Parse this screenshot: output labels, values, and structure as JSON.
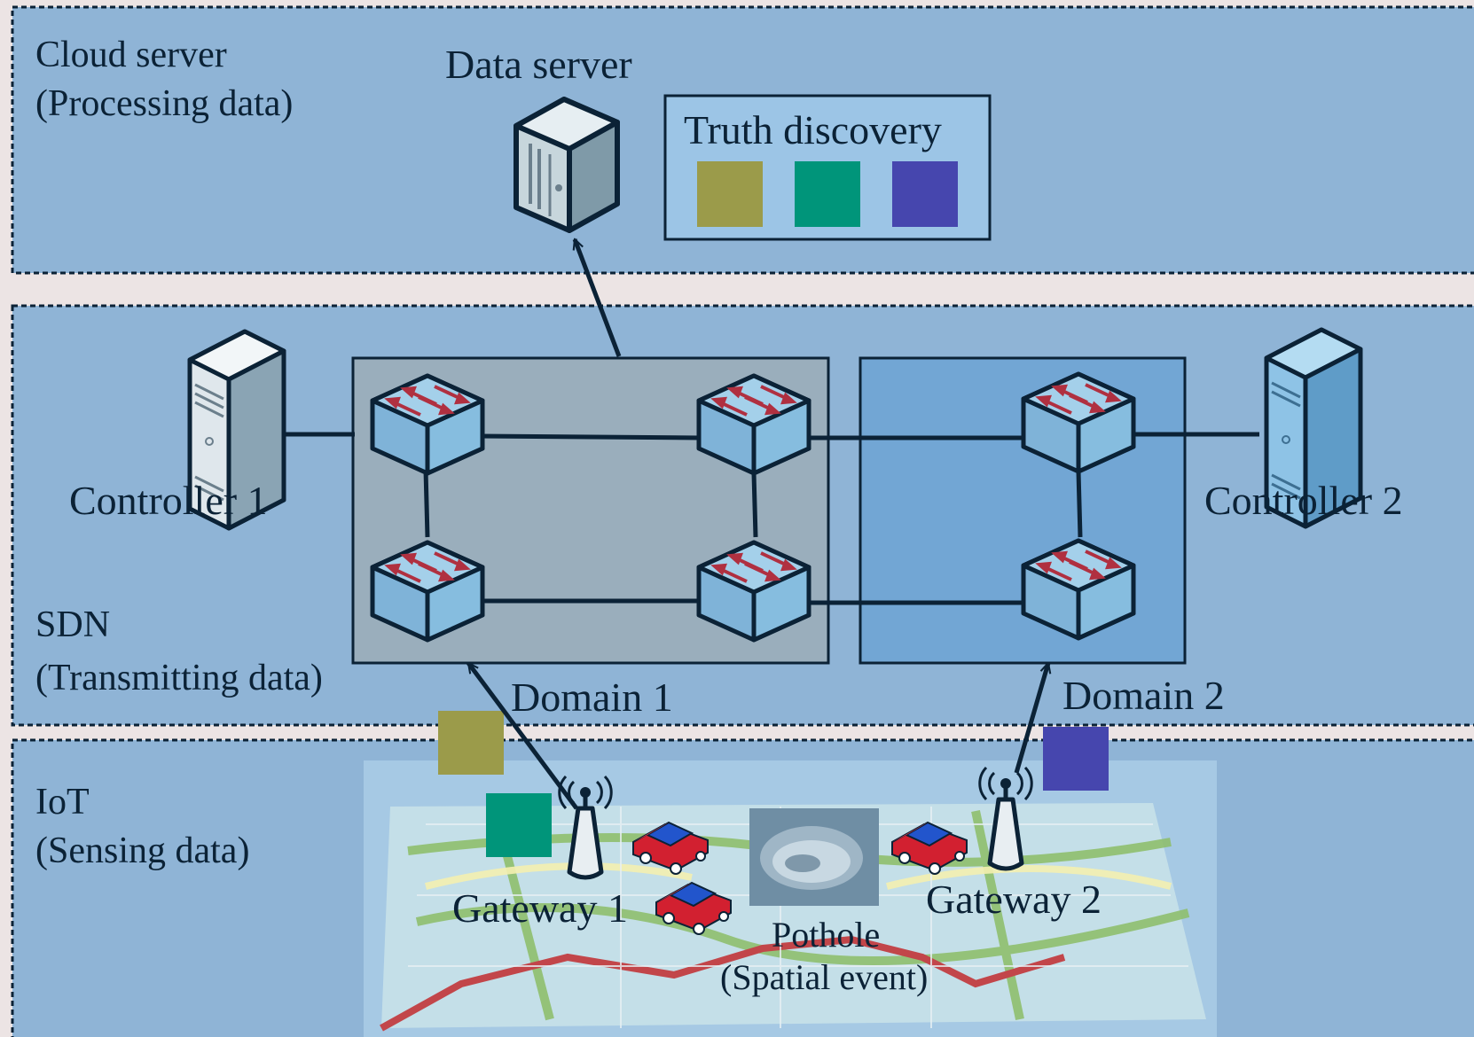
{
  "layers": {
    "cloud": {
      "title": "Cloud server",
      "subtitle": "(Processing data)"
    },
    "sdn": {
      "title": "SDN",
      "subtitle": "(Transmitting data)"
    },
    "iot": {
      "title": "IoT",
      "subtitle": "(Sensing data)"
    }
  },
  "cloud": {
    "data_server_label": "Data server",
    "truth_discovery_label": "Truth discovery",
    "swatches": [
      "#9b9b4a",
      "#00957a",
      "#4646ae"
    ]
  },
  "sdn": {
    "controller1_label": "Controller 1",
    "controller2_label": "Controller 2",
    "domain1_label": "Domain 1",
    "domain2_label": "Domain 2"
  },
  "iot": {
    "gateway1_label": "Gateway 1",
    "gateway2_label": "Gateway 2",
    "event_label": "Pothole",
    "event_sublabel": "(Spatial event)",
    "packet_colors": {
      "olive": "#9b9b4a",
      "green": "#00957a",
      "purple": "#4646ae"
    }
  },
  "colors": {
    "layer_fill": "#8fb4d6",
    "domain1_fill": "#9aaebc",
    "domain2_fill": "#72a6d4",
    "line": "#0b2236",
    "switch_fill": "#8ec3e2",
    "arrow_red": "#b03040",
    "car_red": "#d22030",
    "car_blue": "#2255cc"
  }
}
